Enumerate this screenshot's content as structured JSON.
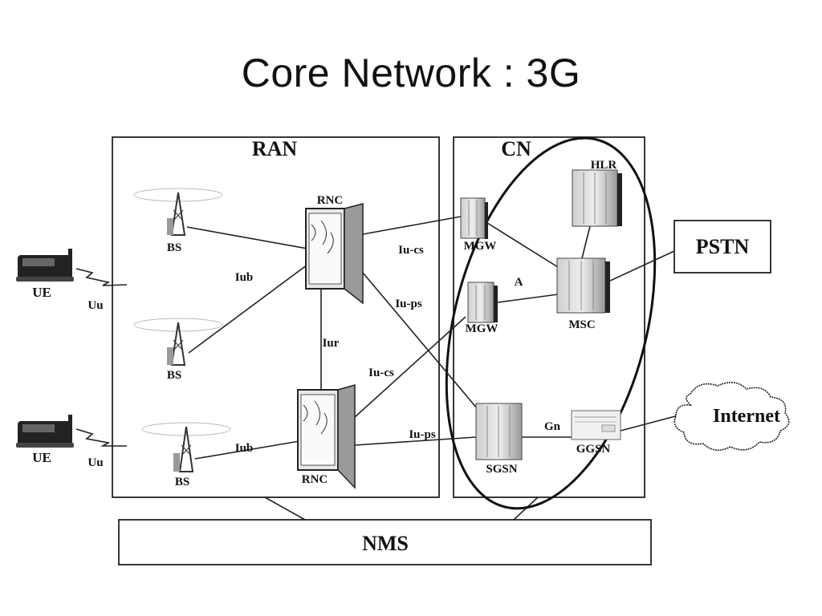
{
  "slide": {
    "title": "Core Network : 3G"
  },
  "diagram": {
    "ran": {
      "title": "RAN"
    },
    "cn": {
      "title": "CN"
    },
    "nodes": {
      "ue_top": "UE",
      "ue_bottom": "UE",
      "bs_top": "BS",
      "bs_middle": "BS",
      "bs_bottom": "BS",
      "rnc_top": "RNC",
      "rnc_bottom": "RNC",
      "mgw_top": "MGW",
      "mgw_bottom": "MGW",
      "msc": "MSC",
      "hlr": "HLR",
      "sgsn": "SGSN",
      "ggsn": "GGSN",
      "pstn": "PSTN",
      "internet": "Internet",
      "nms": "NMS"
    },
    "links": {
      "uu_top": "Uu",
      "uu_bottom": "Uu",
      "iub_top": "Iub",
      "iub_bottom": "Iub",
      "iur": "Iur",
      "iu_cs_top": "Iu-cs",
      "iu_ps_top": "Iu-ps",
      "iu_cs_bottom": "Iu-cs",
      "iu_ps_bottom": "Iu-ps",
      "a": "A",
      "gn": "Gn"
    }
  }
}
